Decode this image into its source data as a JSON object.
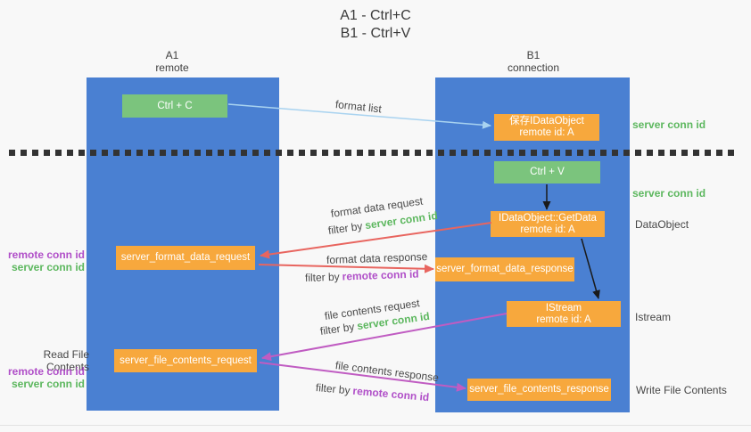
{
  "title": {
    "line1": "A1 - Ctrl+C",
    "line2": "B1 - Ctrl+V"
  },
  "lanes": {
    "a": {
      "id": "A1",
      "subtitle": "remote"
    },
    "b": {
      "id": "B1",
      "subtitle": "connection"
    }
  },
  "nodes": {
    "ctrl_c": "Ctrl + C",
    "ctrl_v": "Ctrl + V",
    "save_dataobject": {
      "line1": "保存IDataObject",
      "line2": "remote id: A"
    },
    "getdata": {
      "line1": "IDataObject::GetData",
      "line2": "remote id: A"
    },
    "istream": {
      "line1": "IStream",
      "line2": "remote id: A"
    },
    "format_request": "server_format_data_request",
    "format_response": "server_format_data_response",
    "file_request": "server_file_contents_request",
    "file_response": "server_file_contents_response"
  },
  "labels": {
    "format_list": "format list",
    "format_data_request": "format data request",
    "format_data_response": "format data response",
    "file_contents_request": "file contents request",
    "file_contents_response": "file contents response",
    "filter_by": "filter by",
    "server_conn_id": "server conn id",
    "remote_conn_id": "remote conn id",
    "read_file_contents": "Read File Contents",
    "write_file_contents": "Write File Contents",
    "dataobject": "DataObject",
    "istream": "Istream"
  },
  "colors": {
    "lane_blue": "#4a80d2",
    "node_green": "#7bc47d",
    "node_orange": "#f7a83d",
    "text_green": "#5cb75e",
    "text_purple": "#b04fc8",
    "arrow_red": "#e8655f",
    "arrow_purple": "#c05cc2",
    "arrow_lightblue": "#a9d3f0",
    "arrow_black": "#1a1a1a"
  }
}
